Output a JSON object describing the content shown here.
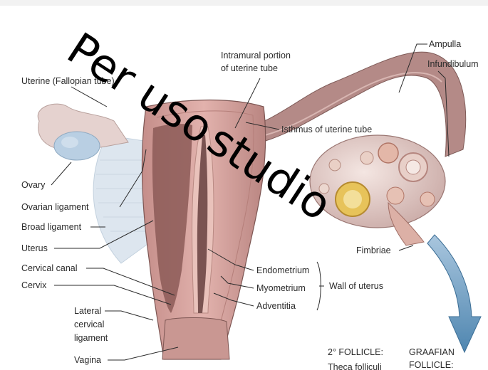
{
  "labels": {
    "uterine_fallopian": "Uterine (Fallopian tube)",
    "intramural_1": "Intramural portion",
    "intramural_2": "of uterine tube",
    "ampulla": "Ampulla",
    "infundibulum": "Infundibulum",
    "isthmus": "Isthmus of uterine tube",
    "ovary": "Ovary",
    "ovarian_ligament": "Ovarian ligament",
    "broad_ligament": "Broad ligament",
    "uterus": "Uterus",
    "cervical_canal": "Cervical canal",
    "cervix": "Cervix",
    "lateral_1": "Lateral",
    "lateral_2": "cervical",
    "lateral_3": "ligament",
    "vagina": "Vagina",
    "fimbriae": "Fimbriae",
    "endometrium": "Endometrium",
    "myometrium": "Myometrium",
    "adventitia": "Adventitia",
    "wall_of_uterus": "Wall of uterus",
    "follicle_2": "2° FOLLICLE:",
    "theca": "Theca folliculi",
    "graafian_1": "GRAAFIAN",
    "graafian_2": "FOLLICLE:"
  },
  "watermark": {
    "line1": "Per uso",
    "line2": "studio"
  },
  "colors": {
    "tissue_pink": "#d7a09c",
    "tissue_dark": "#8c5a57",
    "endometrium": "#e9c2bb",
    "cavity": "#6b4a4a",
    "ovary_blue": "#b9cfe3",
    "broad_ligament": "#dde6ef",
    "corpus_luteum": "#e7c35a",
    "arrow_blue": "#5d8fb6"
  }
}
